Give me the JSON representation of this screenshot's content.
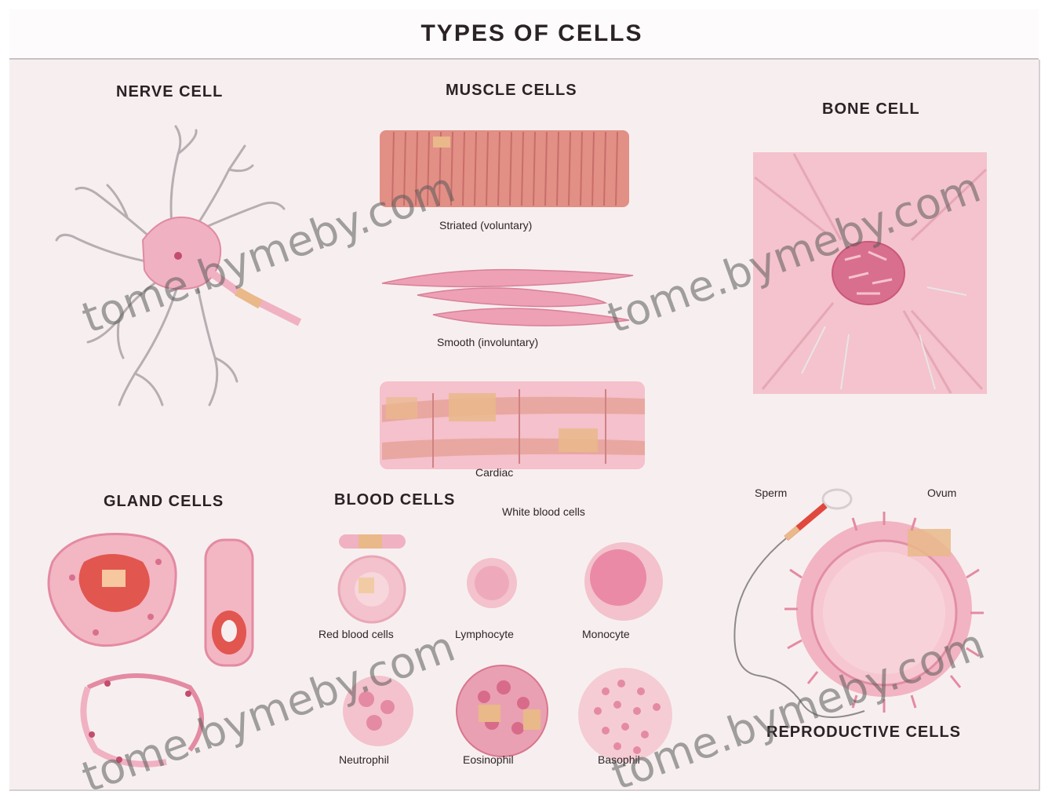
{
  "title": "TYPES OF CELLS",
  "sections": {
    "nerve": "NERVE CELL",
    "muscle": "MUSCLE CELLS",
    "bone": "BONE CELL",
    "gland": "GLAND CELLS",
    "blood": "BLOOD CELLS",
    "reproductive": "REPRODUCTIVE CELLS"
  },
  "muscle_captions": {
    "striated": "Striated (voluntary)",
    "smooth": "Smooth (involuntary)",
    "cardiac": "Cardiac"
  },
  "blood_captions": {
    "white_header": "White blood cells",
    "red": "Red blood cells",
    "lymphocyte": "Lymphocyte",
    "monocyte": "Monocyte",
    "neutrophil": "Neutrophil",
    "eosinophil": "Eosinophil",
    "basophil": "Basophil"
  },
  "reproductive_captions": {
    "sperm": "Sperm",
    "ovum": "Ovum"
  },
  "watermark": "tome.bymeby.com",
  "colors": {
    "background": "#f7efef",
    "cell_pink": "#f2b8c6",
    "deep_pink": "#e0708e",
    "muscle_red": "#e48a82",
    "tan": "#e9b98a"
  }
}
